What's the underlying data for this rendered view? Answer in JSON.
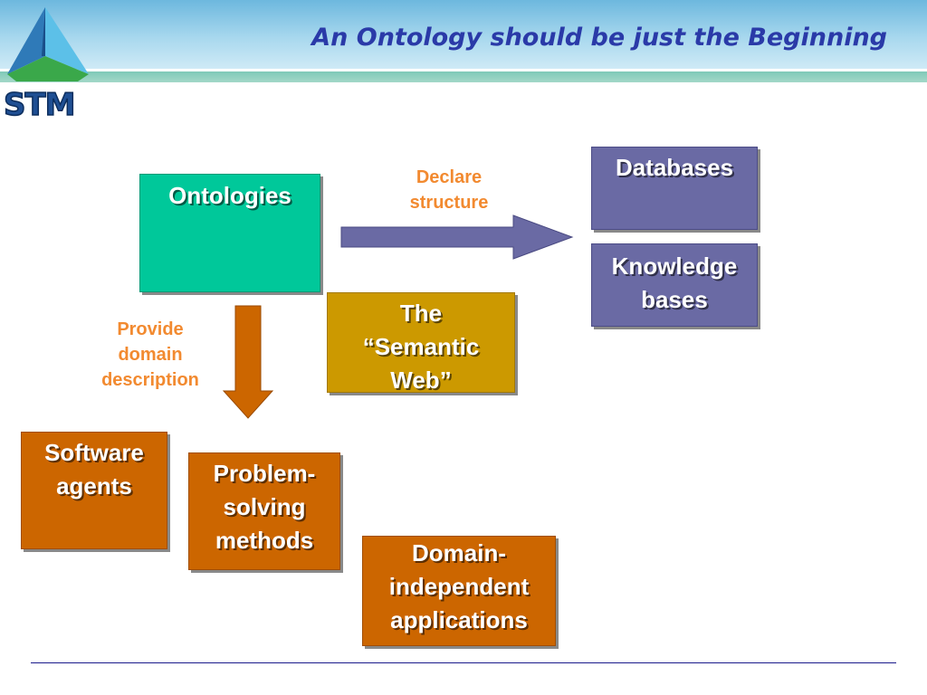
{
  "slide": {
    "title": "An Ontology should be just the Beginning",
    "logo": {
      "text": "STM",
      "icon": "stm-pyramid-logo-icon"
    }
  },
  "diagram": {
    "nodes": {
      "ontologies": "Ontologies",
      "databases": "Databases",
      "knowledge_bases": [
        "Knowledge",
        "bases"
      ],
      "semantic_web": [
        "The",
        "“Semantic",
        "Web”"
      ],
      "software_agents": [
        "Software",
        "agents"
      ],
      "problem_solving": [
        "Problem-",
        "solving",
        "methods"
      ],
      "domain_independent": [
        "Domain-",
        "independent",
        "applications"
      ]
    },
    "edge_labels": {
      "declare_structure": [
        "Declare",
        "structure"
      ],
      "provide_domain": [
        "Provide",
        "domain",
        "description"
      ]
    },
    "colors": {
      "teal": "#00c89a",
      "purple": "#6a6aa4",
      "gold": "#cc9900",
      "orange": "#cc6600",
      "label_orange": "#f28a30",
      "title_blue": "#2a3aa8"
    }
  }
}
